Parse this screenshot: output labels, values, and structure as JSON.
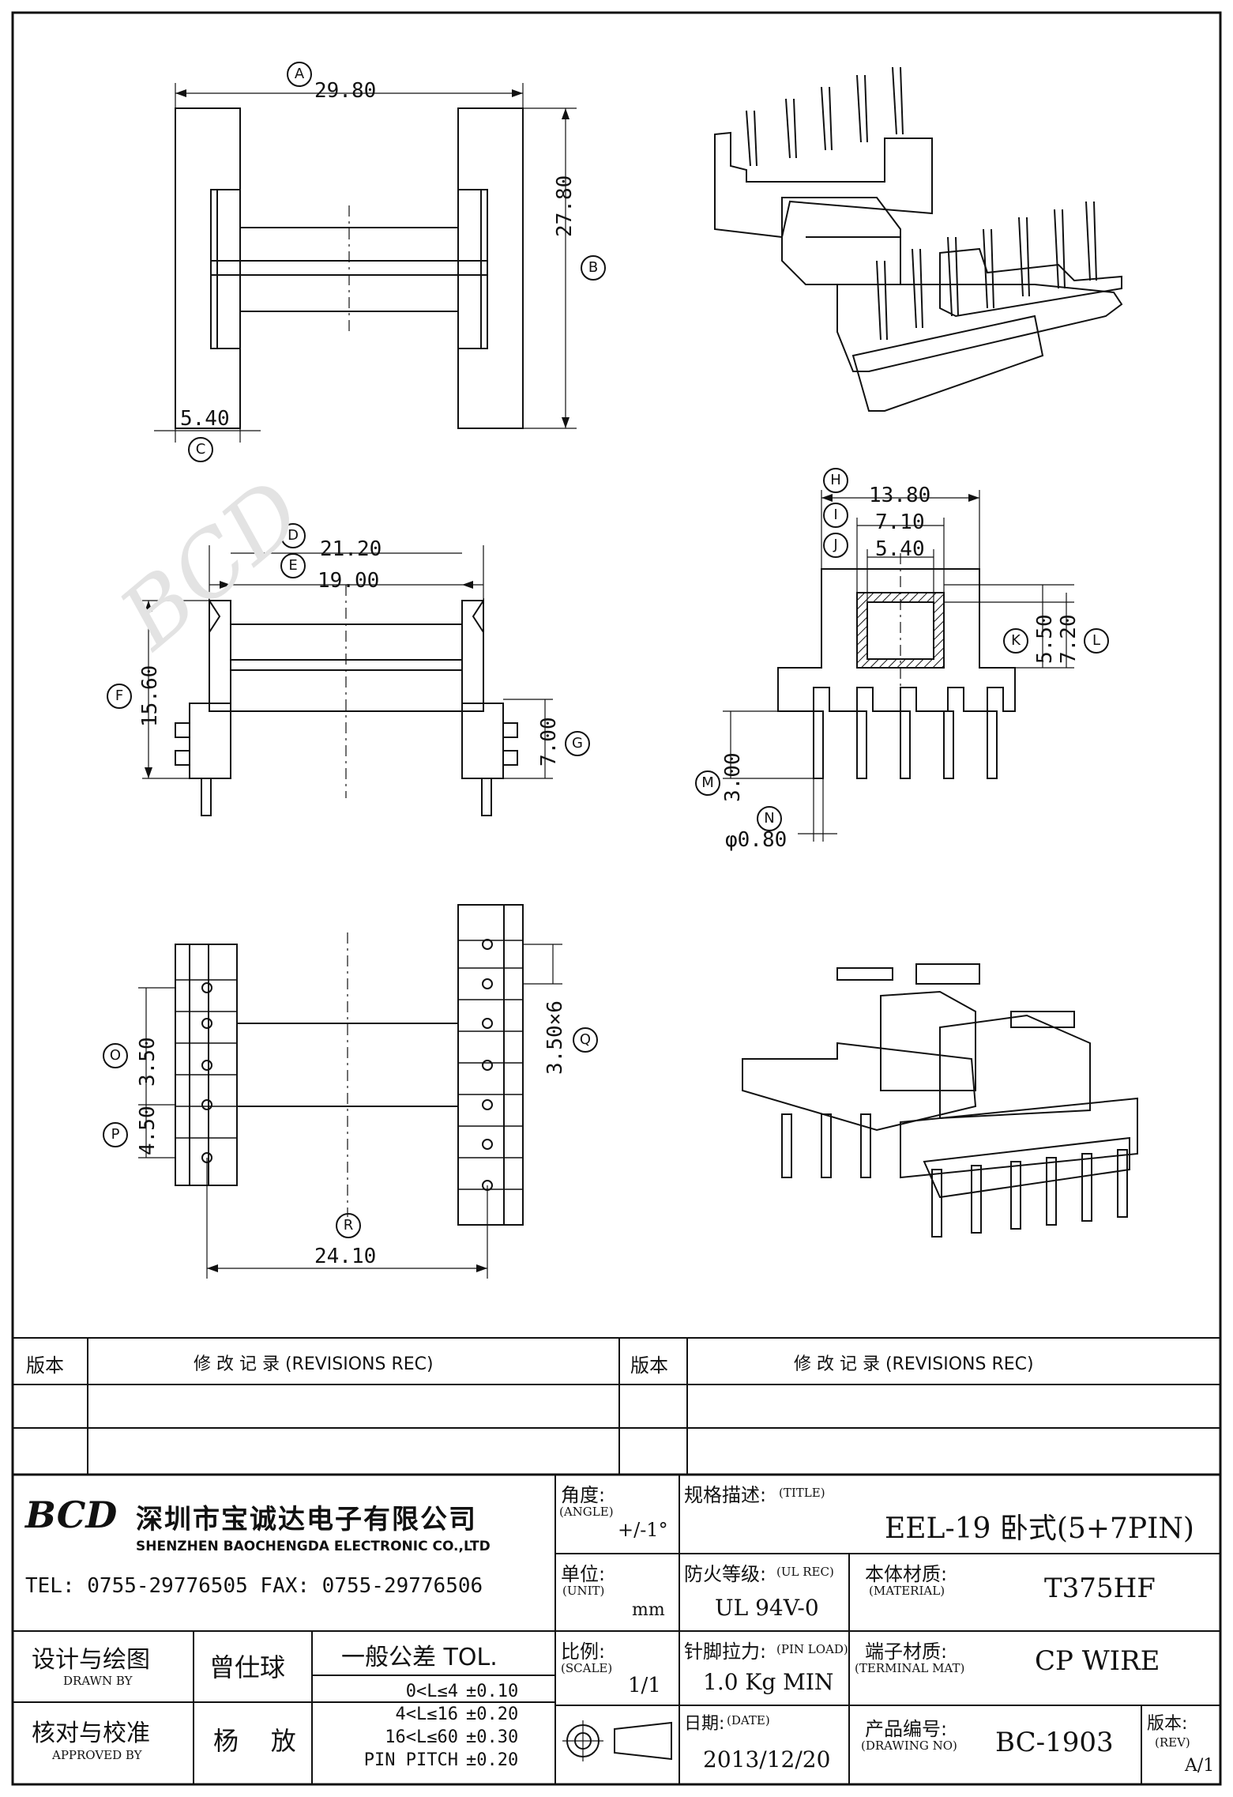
{
  "drawing": {
    "top_view": {
      "dims": {
        "A": "29.80",
        "B": "27.80",
        "C": "5.40"
      },
      "labels": {
        "A": "A",
        "B": "B",
        "C": "C"
      }
    },
    "side_view": {
      "dims": {
        "D": "21.20",
        "E": "19.00",
        "F": "15.60",
        "G": "7.00"
      },
      "labels": {
        "D": "D",
        "E": "E",
        "F": "F",
        "G": "G"
      }
    },
    "front_view": {
      "dims": {
        "H": "13.80",
        "I": "7.10",
        "J": "5.40",
        "K": "5.50",
        "L": "7.20",
        "M": "3.00",
        "N": "φ0.80"
      },
      "labels": {
        "H": "H",
        "I": "I",
        "J": "J",
        "K": "K",
        "L": "L",
        "M": "M",
        "N": "N"
      }
    },
    "bottom_view": {
      "dims": {
        "O": "3.50",
        "P": "4.50",
        "Q": "3.50×6",
        "R": "24.10"
      },
      "labels": {
        "O": "O",
        "P": "P",
        "Q": "Q",
        "R": "R"
      }
    },
    "watermark_logo": "BCD"
  },
  "revisions": {
    "col_version": "版本",
    "col_record": "修  改  记  录  (REVISIONS REC)"
  },
  "company": {
    "logo": "BCD",
    "name_cn": "深圳市宝诚达电子有限公司",
    "name_en": "SHENZHEN BAOCHENGDA ELECTRONIC CO.,LTD",
    "contact": "TEL: 0755-29776505  FAX: 0755-29776506"
  },
  "title_block": {
    "angle_label": "角度:",
    "angle_sub": "(ANGLE)",
    "angle_value": "+/-1°",
    "title_label": "规格描述:",
    "title_sub": "(TITLE)",
    "title_value": "EEL-19 卧式(5+7PIN)",
    "unit_label": "单位:",
    "unit_sub": "(UNIT)",
    "unit_value": "mm",
    "ul_label": "防火等级:",
    "ul_sub": "(UL REC)",
    "ul_value": "UL 94V-0",
    "material_label": "本体材质:",
    "material_sub": "(MATERIAL)",
    "material_value": "T375HF",
    "designed_label": "设计与绘图",
    "designed_sub": "DRAWN BY",
    "designed_value": "曾仕球",
    "tol_label": "一般公差 TOL.",
    "tol_rows": [
      {
        "range": "0<L≤4",
        "value": "±0.10"
      },
      {
        "range": "4<L≤16",
        "value": "±0.20"
      },
      {
        "range": "16<L≤60",
        "value": "±0.30"
      },
      {
        "range": "PIN PITCH",
        "value": "±0.20"
      }
    ],
    "scale_label": "比例:",
    "scale_sub": "(SCALE)",
    "scale_value": "1/1",
    "pinload_label": "针脚拉力:",
    "pinload_sub": "(PIN LOAD)",
    "pinload_value": "1.0 Kg MIN",
    "terminal_label": "端子材质:",
    "terminal_sub": "(TERMINAL MAT)",
    "terminal_value": "CP WIRE",
    "approved_label": "核对与校准",
    "approved_sub": "APPROVED BY",
    "approved_value": "杨    放",
    "date_label": "日期:",
    "date_sub": "(DATE)",
    "date_value": "2013/12/20",
    "drawingno_label": "产品编号:",
    "drawingno_sub": "(DRAWING NO)",
    "drawingno_value": "BC-1903",
    "rev_label": "版本:",
    "rev_sub": "(REV)",
    "rev_value": "A/1"
  }
}
